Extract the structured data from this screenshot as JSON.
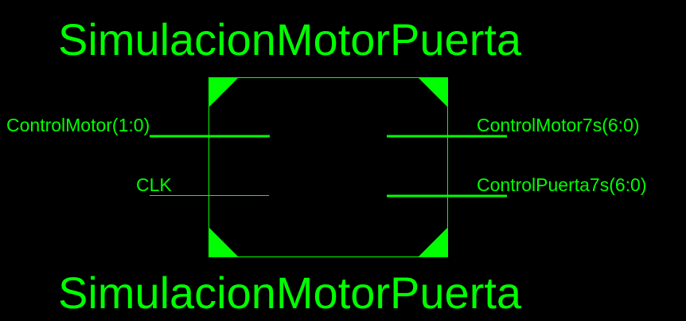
{
  "colors": {
    "symbol": "#00FF00",
    "background": "#000000"
  },
  "symbol": {
    "title_top": "SimulacionMotorPuerta",
    "title_bottom": "SimulacionMotorPuerta"
  },
  "inputs": [
    {
      "label": "ControlMotor(1:0)",
      "bus": true
    },
    {
      "label": "CLK",
      "bus": false
    }
  ],
  "outputs": [
    {
      "label": "ControlMotor7s(6:0)",
      "bus": true
    },
    {
      "label": "ControlPuerta7s(6:0)",
      "bus": true
    }
  ]
}
